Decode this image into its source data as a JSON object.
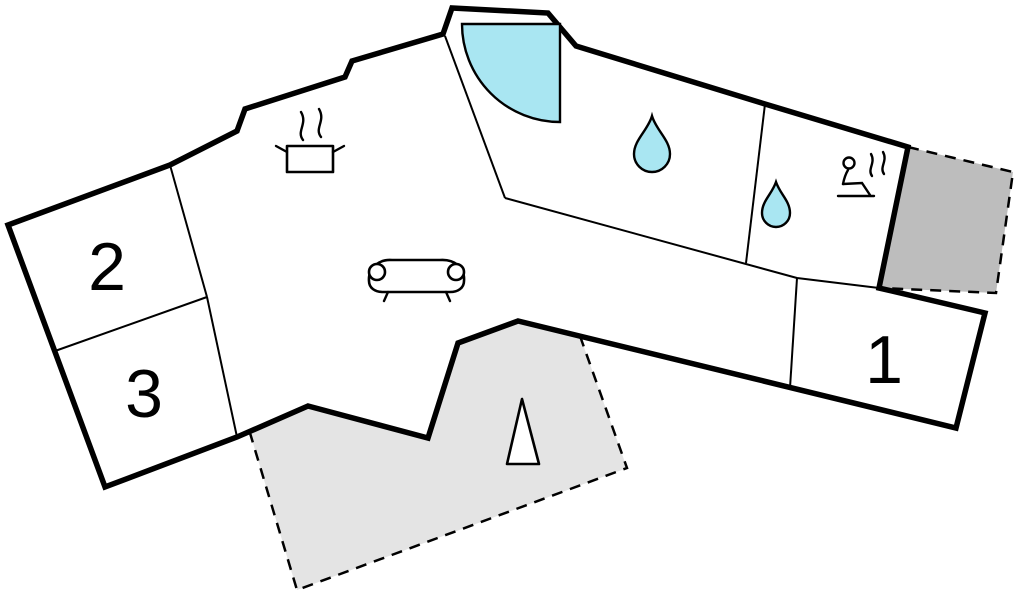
{
  "floor_plan": {
    "rooms": [
      {
        "label": "1"
      },
      {
        "label": "2"
      },
      {
        "label": "3"
      }
    ],
    "icons": [
      {
        "name": "corner-bath-icon"
      },
      {
        "name": "stove-pot-icon"
      },
      {
        "name": "steam-icon"
      },
      {
        "name": "sofa-icon"
      },
      {
        "name": "water-drop-large-icon"
      },
      {
        "name": "water-drop-small-icon"
      },
      {
        "name": "sauna-person-icon"
      },
      {
        "name": "tree-icon"
      }
    ],
    "areas": [
      {
        "name": "terrace"
      },
      {
        "name": "carport"
      }
    ],
    "colors": {
      "wall": "#000000",
      "water": "#a9e6f2",
      "terrace_fill": "#e4e4e4",
      "carport_fill": "#bdbdbd",
      "background": "#ffffff"
    }
  }
}
